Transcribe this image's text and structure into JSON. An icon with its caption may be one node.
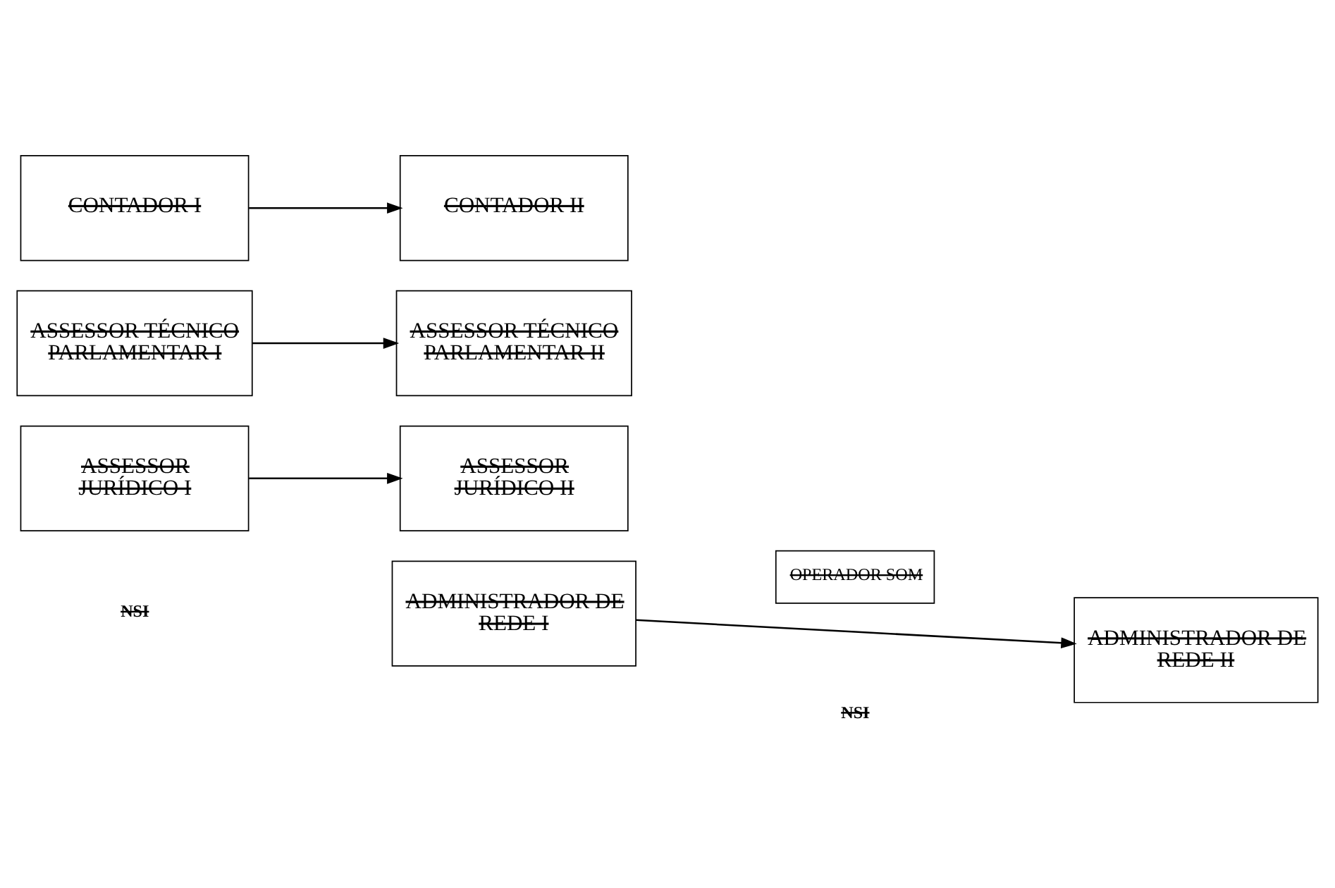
{
  "diagram": {
    "nodes": [
      {
        "text": [
          "OPERADOR SOM"
        ]
      },
      {
        "text": [
          "ADMINISTRADOR DE REDE I"
        ]
      },
      {
        "text": [
          "ADMINISTRADOR DE REDE II"
        ]
      },
      {
        "text": [
          "ASSESSOR JURÍDICO I"
        ]
      },
      {
        "text": [
          "ASSESSOR JURÍDICO II"
        ]
      },
      {
        "text": [
          "ASSESSOR TÉCNICO PARLAMENTAR I"
        ]
      },
      {
        "text": [
          "ASSESSOR TÉCNICO PARLAMENTAR II"
        ]
      },
      {
        "text": [
          "CONTADOR I"
        ]
      },
      {
        "text": [
          "CONTADOR II"
        ]
      }
    ],
    "edges": [
      {
        "from": 1,
        "to": 2,
        "arrow": "to"
      },
      {
        "from": 3,
        "to": 4,
        "arrow": "to"
      },
      {
        "from": 5,
        "to": 6,
        "arrow": "to"
      },
      {
        "from": 7,
        "to": 8,
        "arrow": "to"
      }
    ],
    "labels": [
      "NSI",
      "NSI"
    ]
  }
}
